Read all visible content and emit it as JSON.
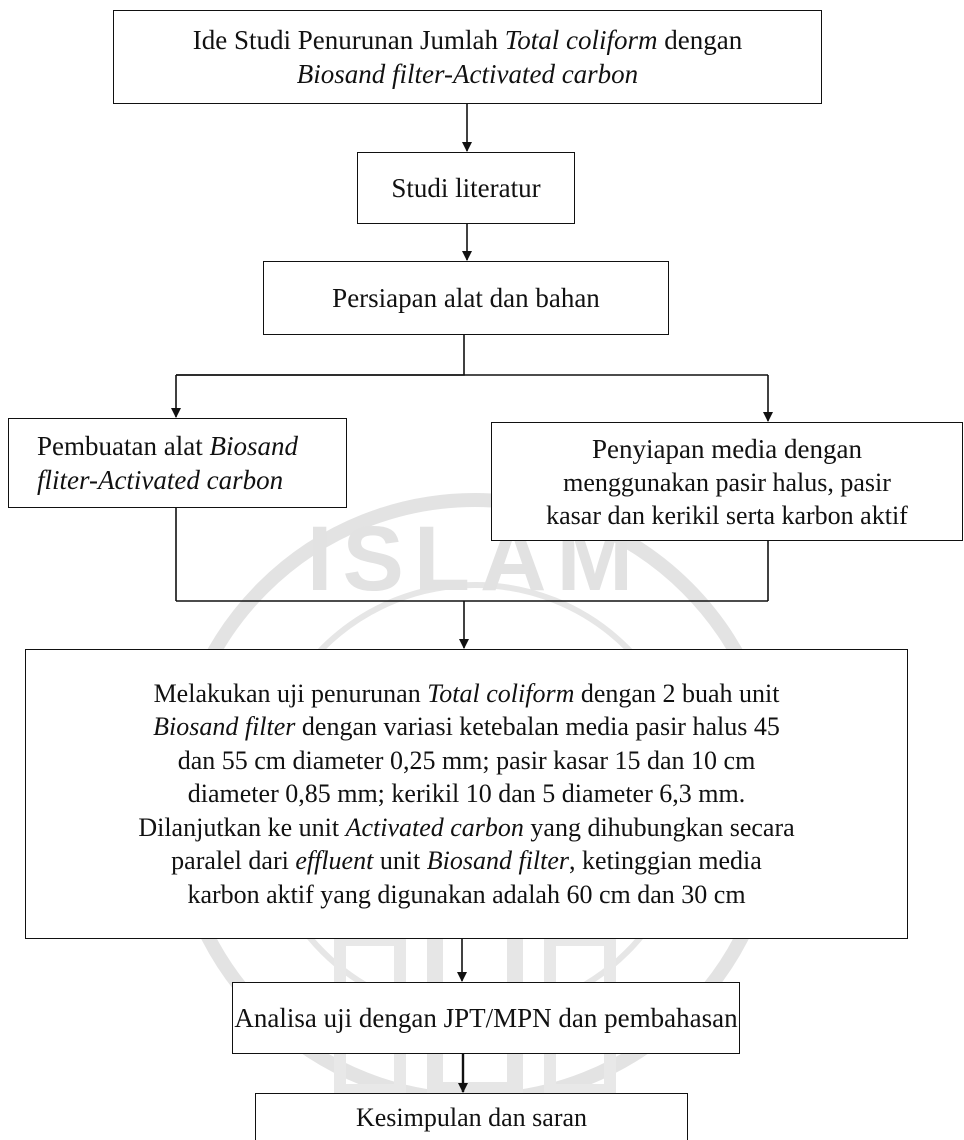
{
  "diagram": {
    "idea": {
      "text1": "Ide Studi Penurunan Jumlah ",
      "italic1": "Total coliform",
      "text2": " dengan",
      "italic2": "Biosand filter-Activated carbon"
    },
    "literature": {
      "label": "Studi literatur"
    },
    "preparation": {
      "label": "Persiapan alat dan bahan"
    },
    "build_tool": {
      "text1": "Pembuatan alat ",
      "italic1": "Biosand",
      "italic2": "fliter-Activated carbon"
    },
    "media_prep": {
      "line1": "Penyiapan media dengan",
      "line2": "menggunakan pasir halus, pasir",
      "line3": "kasar dan kerikil serta karbon aktif"
    },
    "test": {
      "l1_a": "Melakukan uji penurunan ",
      "l1_b": "Total coliform",
      "l1_c": " dengan 2 buah unit",
      "l2_a": "Biosand filter",
      "l2_b": " dengan variasi ketebalan media pasir halus 45",
      "l3": "dan 55 cm diameter 0,25 mm; pasir kasar 15 dan 10 cm",
      "l4": "diameter 0,85 mm; kerikil 10 dan 5 diameter 6,3 mm.",
      "l5_a": "Dilanjutkan ke unit ",
      "l5_b": "Activated carbon",
      "l5_c": " yang dihubungkan secara",
      "l6_a": "paralel dari ",
      "l6_b": "effluent",
      "l6_c": " unit ",
      "l6_d": "Biosand filter",
      "l6_e": ", ketinggian media",
      "l7": "karbon aktif yang digunakan adalah 60 cm dan 30 cm"
    },
    "analysis": {
      "label": "Analisa uji dengan JPT/MPN dan pembahasan"
    },
    "conclusion": {
      "label": "Kesimpulan dan saran"
    }
  },
  "watermark": {
    "text": "ISLAM"
  },
  "colors": {
    "line": "#111111",
    "watermark": "#d9d9d9"
  }
}
